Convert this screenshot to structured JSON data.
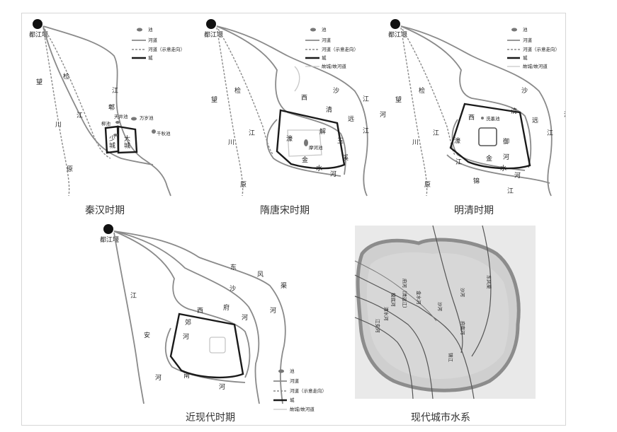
{
  "legend": {
    "pond": "池",
    "river": "河道",
    "river_dashed": "河道（示意走向）",
    "wall": "城",
    "old_river": "故城/故河道"
  },
  "weir": "都江堰",
  "panels": [
    {
      "caption": "秦汉时期",
      "labels": {
        "wang": "望",
        "chuan": "川",
        "yuan": "原",
        "jian": "检",
        "jiang": "江",
        "pi": "郫",
        "pijiang": "江",
        "tianjing": "天井池",
        "wansui": "万岁池",
        "liuchi": "柳池",
        "qianqiu": "千秋池",
        "shaocheng": "少\n城",
        "dacheng": "大\n城"
      }
    },
    {
      "caption": "隋唐宋时期",
      "labels": {
        "wang": "望",
        "chuan": "川",
        "yuan": "原",
        "jian": "检",
        "jiang": "江",
        "sha": "沙",
        "jiang2": "江",
        "he": "河",
        "xi": "西",
        "qing": "清",
        "yuan2": "远",
        "jiang3": "江",
        "hao": "濠",
        "jie": "解",
        "yu": "玉",
        "xi2": "溪",
        "jin": "金",
        "shui": "水",
        "he2": "河",
        "moha": "摩诃池"
      }
    },
    {
      "caption": "明清时期",
      "labels": {
        "wang": "望",
        "chuan": "川",
        "yuan": "原",
        "jian": "检",
        "jiang": "江",
        "sha": "沙",
        "he": "河",
        "xi": "西",
        "qing": "清",
        "yuan2": "远",
        "jiang3": "江",
        "hao": "濠",
        "yu": "御",
        "he3": "河",
        "jin": "金",
        "shui": "水",
        "he2": "河",
        "jin2": "锦",
        "jiang4": "江",
        "jiang5": "江",
        "xiyan": "洗墨池"
      }
    },
    {
      "caption": "近现代时期",
      "labels": {
        "jiang": "江",
        "an": "安",
        "he": "河",
        "dong": "东",
        "feng": "风",
        "qu": "渠",
        "sha": "沙",
        "he2": "河",
        "xi": "西",
        "fu": "府",
        "he3": "河",
        "jiao": "郊",
        "he4": "河",
        "nan": "南",
        "he5": "河"
      }
    },
    {
      "caption": "现代城市水系",
      "labels": {
        "a": "府河（清远江）",
        "b": "沙河",
        "c": "金水河",
        "d": "摸底河",
        "e": "清水河",
        "f": "江安河",
        "g": "锦江",
        "h": "沙河",
        "i": "东风渠",
        "j": "府南河"
      }
    }
  ]
}
